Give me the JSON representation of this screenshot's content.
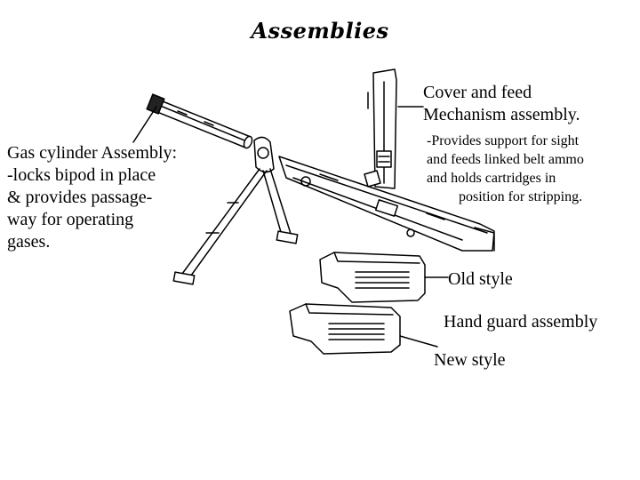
{
  "title": "Assemblies",
  "labels": {
    "gas_cylinder": {
      "lines": [
        "Gas cylinder Assembly:",
        "-locks bipod in place",
        "& provides passage-",
        "way for operating",
        "gases."
      ]
    },
    "cover": {
      "lines": [
        "Cover  and feed",
        "Mechanism assembly."
      ],
      "description": [
        "-Provides support for sight",
        "and feeds linked belt ammo",
        "and holds cartridges in",
        "position for stripping."
      ]
    },
    "old_style": "Old style",
    "hand_guard": "Hand guard assembly",
    "new_style": "New style"
  },
  "colors": {
    "ink": "#000000",
    "background": "#ffffff"
  }
}
